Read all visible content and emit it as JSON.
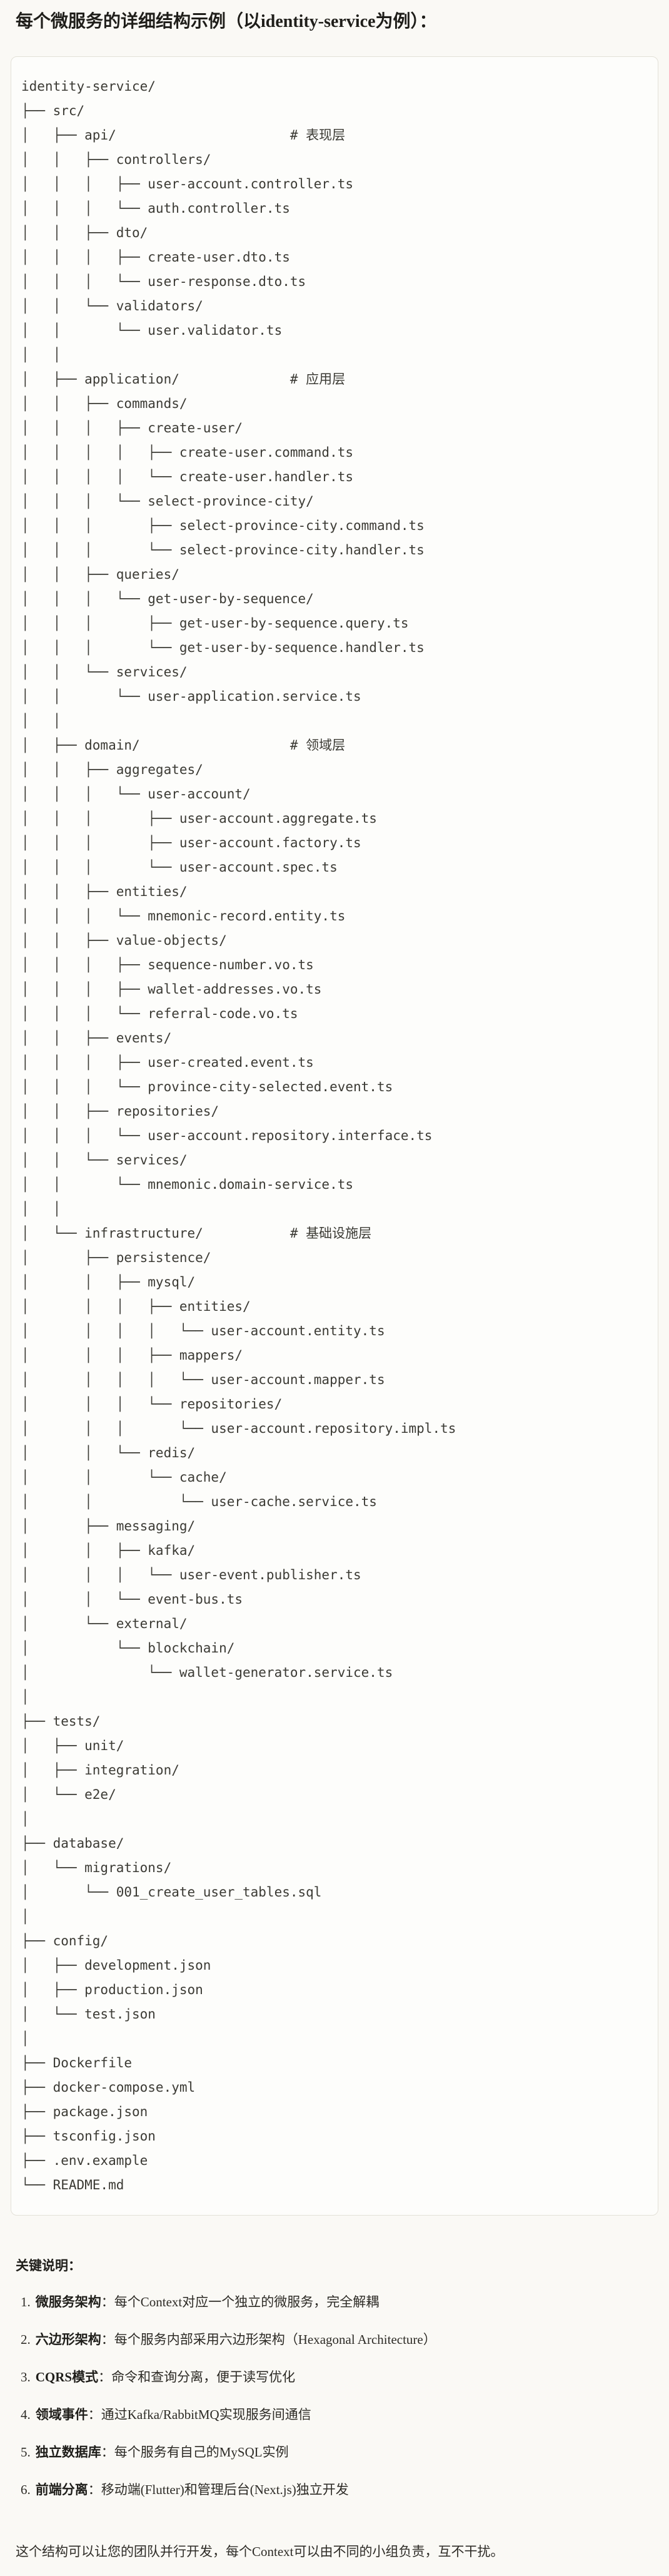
{
  "title": "每个微服务的详细结构示例（以identity-service为例）：",
  "colors": {
    "page_bg": "#faf9f5",
    "code_bg": "#fdfdfb",
    "code_border": "#e3e1d8",
    "text": "#2d2b26"
  },
  "code_block": {
    "lines": [
      "identity-service/",
      "├── src/",
      "│   ├── api/                      # 表现层",
      "│   │   ├── controllers/",
      "│   │   │   ├── user-account.controller.ts",
      "│   │   │   └── auth.controller.ts",
      "│   │   ├── dto/",
      "│   │   │   ├── create-user.dto.ts",
      "│   │   │   └── user-response.dto.ts",
      "│   │   └── validators/",
      "│   │       └── user.validator.ts",
      "│   │",
      "│   ├── application/              # 应用层",
      "│   │   ├── commands/",
      "│   │   │   ├── create-user/",
      "│   │   │   │   ├── create-user.command.ts",
      "│   │   │   │   └── create-user.handler.ts",
      "│   │   │   └── select-province-city/",
      "│   │   │       ├── select-province-city.command.ts",
      "│   │   │       └── select-province-city.handler.ts",
      "│   │   ├── queries/",
      "│   │   │   └── get-user-by-sequence/",
      "│   │   │       ├── get-user-by-sequence.query.ts",
      "│   │   │       └── get-user-by-sequence.handler.ts",
      "│   │   └── services/",
      "│   │       └── user-application.service.ts",
      "│   │",
      "│   ├── domain/                   # 领域层",
      "│   │   ├── aggregates/",
      "│   │   │   └── user-account/",
      "│   │   │       ├── user-account.aggregate.ts",
      "│   │   │       ├── user-account.factory.ts",
      "│   │   │       └── user-account.spec.ts",
      "│   │   ├── entities/",
      "│   │   │   └── mnemonic-record.entity.ts",
      "│   │   ├── value-objects/",
      "│   │   │   ├── sequence-number.vo.ts",
      "│   │   │   ├── wallet-addresses.vo.ts",
      "│   │   │   └── referral-code.vo.ts",
      "│   │   ├── events/",
      "│   │   │   ├── user-created.event.ts",
      "│   │   │   └── province-city-selected.event.ts",
      "│   │   ├── repositories/",
      "│   │   │   └── user-account.repository.interface.ts",
      "│   │   └── services/",
      "│   │       └── mnemonic.domain-service.ts",
      "│   │",
      "│   └── infrastructure/           # 基础设施层",
      "│       ├── persistence/",
      "│       │   ├── mysql/",
      "│       │   │   ├── entities/",
      "│       │   │   │   └── user-account.entity.ts",
      "│       │   │   ├── mappers/",
      "│       │   │   │   └── user-account.mapper.ts",
      "│       │   │   └── repositories/",
      "│       │   │       └── user-account.repository.impl.ts",
      "│       │   └── redis/",
      "│       │       └── cache/",
      "│       │           └── user-cache.service.ts",
      "│       ├── messaging/",
      "│       │   ├── kafka/",
      "│       │   │   └── user-event.publisher.ts",
      "│       │   └── event-bus.ts",
      "│       └── external/",
      "│           └── blockchain/",
      "│               └── wallet-generator.service.ts",
      "│",
      "├── tests/",
      "│   ├── unit/",
      "│   ├── integration/",
      "│   └── e2e/",
      "│",
      "├── database/",
      "│   └── migrations/",
      "│       └── 001_create_user_tables.sql",
      "│",
      "├── config/",
      "│   ├── development.json",
      "│   ├── production.json",
      "│   └── test.json",
      "│",
      "├── Dockerfile",
      "├── docker-compose.yml",
      "├── package.json",
      "├── tsconfig.json",
      "├── .env.example",
      "└── README.md"
    ]
  },
  "key_points_heading": "关键说明：",
  "key_points": [
    {
      "num": "1.",
      "term": "微服务架构",
      "rest": "：每个Context对应一个独立的微服务，完全解耦"
    },
    {
      "num": "2.",
      "term": "六边形架构",
      "rest": "：每个服务内部采用六边形架构（Hexagonal Architecture）"
    },
    {
      "num": "3.",
      "term": "CQRS模式",
      "rest": "：命令和查询分离，便于读写优化"
    },
    {
      "num": "4.",
      "term": "领域事件",
      "rest": "：通过Kafka/RabbitMQ实现服务间通信"
    },
    {
      "num": "5.",
      "term": "独立数据库",
      "rest": "：每个服务有自己的MySQL实例"
    },
    {
      "num": "6.",
      "term": "前端分离",
      "rest": "：移动端(Flutter)和管理后台(Next.js)独立开发"
    }
  ],
  "closing_note": "这个结构可以让您的团队并行开发，每个Context可以由不同的小组负责，互不干扰。"
}
